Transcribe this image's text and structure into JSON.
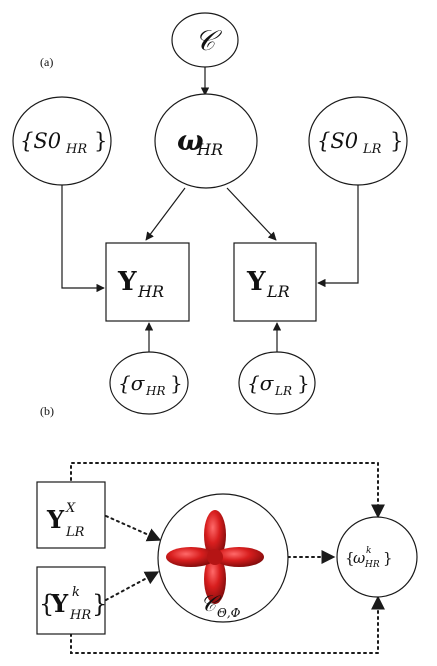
{
  "panel_a": {
    "label": "(a)",
    "nodes": {
      "c": {
        "main": "𝒞",
        "sub": ""
      },
      "omega": {
        "main": "ω",
        "sub": "HR"
      },
      "s0hr": {
        "main": "{S0",
        "sub": "HR",
        "close": "}"
      },
      "s0lr": {
        "main": "{S0",
        "sub": "LR",
        "close": "}"
      },
      "yhr": {
        "main": "Y",
        "sub": "HR"
      },
      "ylr": {
        "main": "Y",
        "sub": "LR"
      },
      "sighr": {
        "main": "{σ",
        "sub": "HR",
        "close": "}"
      },
      "siglr": {
        "main": "{σ",
        "sub": "LR",
        "close": "}"
      }
    }
  },
  "panel_b": {
    "label": "(b)",
    "nodes": {
      "ylrx": {
        "main": "Y",
        "sup": "X",
        "sub": "LR"
      },
      "yhrk": {
        "open": "{",
        "main": "Y",
        "sup": "k",
        "sub": "HR",
        "close": "}"
      },
      "center": {
        "main": "𝒞",
        "sub": "Θ,Φ"
      },
      "omegak": {
        "open": "{",
        "main": "ω",
        "sup": "k",
        "sub": "HR",
        "close": "}"
      }
    },
    "glyph_color": "#d81e1e"
  },
  "colors": {
    "stroke": "#1a1a1a",
    "background": "#ffffff"
  }
}
